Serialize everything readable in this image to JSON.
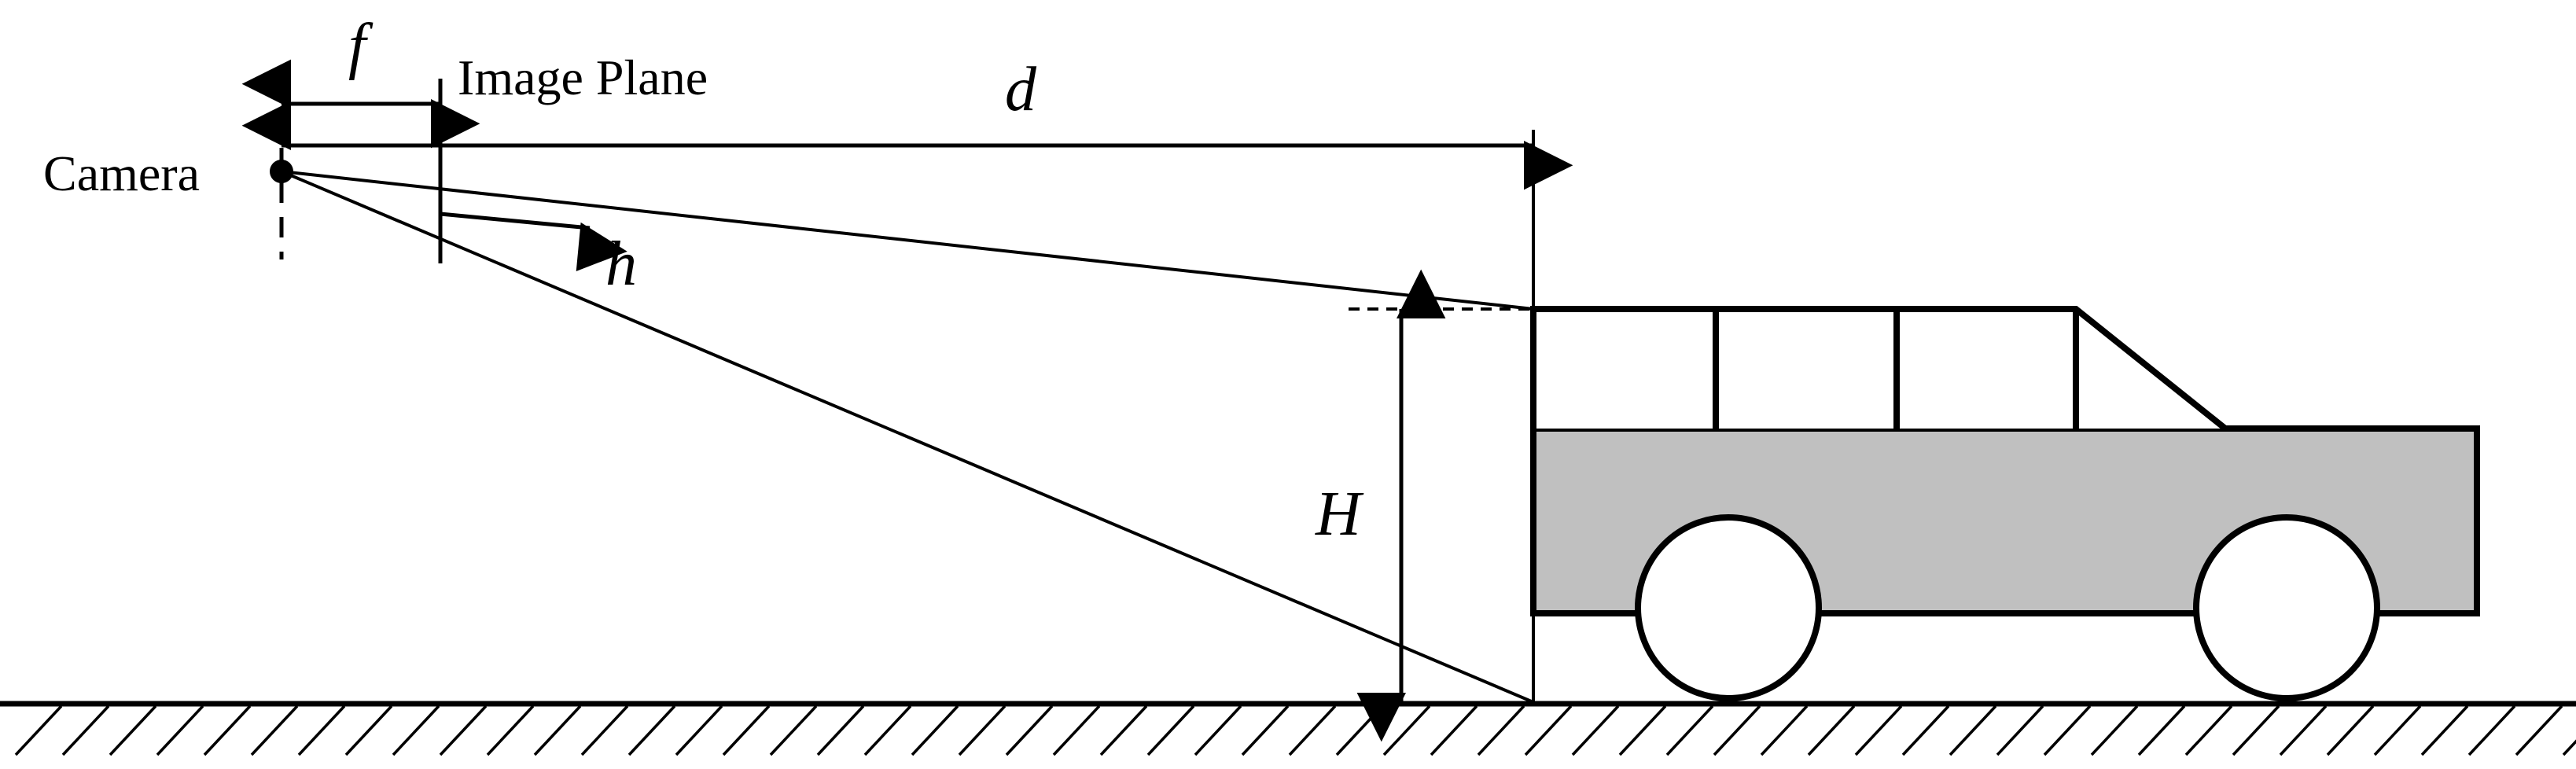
{
  "labels": {
    "camera": "Camera",
    "image_plane": "Image Plane",
    "focal_length": "f",
    "distance": "d",
    "image_height": "h",
    "object_height": "H"
  },
  "colors": {
    "stroke": "#000000",
    "car_body": "#c0c0c0",
    "car_cabin": "#ffffff",
    "wheel": "#ffffff",
    "background": "#ffffff"
  }
}
